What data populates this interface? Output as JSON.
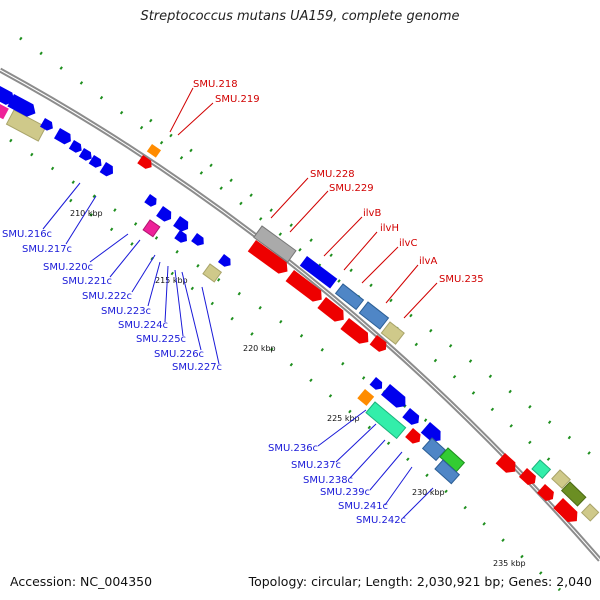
{
  "title": "Streptococcus mutans UA159, complete genome",
  "footer": {
    "accession_label": "Accession:",
    "accession": "NC_004350",
    "topology_label": "Topology:",
    "topology": "circular",
    "length_label": "Length:",
    "length": "2,030,921 bp",
    "genes_label": "Genes:",
    "genes": "2,040"
  },
  "kbp_marks": [
    "210 kbp",
    "215 kbp",
    "220 kbp",
    "225 kbp",
    "230 kbp",
    "235 kbp"
  ],
  "forward_labels": [
    "SMU.218",
    "SMU.219",
    "SMU.228",
    "SMU.229",
    "ilvB",
    "ilvH",
    "ilvC",
    "ilvA",
    "SMU.235"
  ],
  "reverse_labels": [
    "SMU.216c",
    "SMU.217c",
    "SMU.220c",
    "SMU.221c",
    "SMU.222c",
    "SMU.223c",
    "SMU.224c",
    "SMU.225c",
    "SMU.226c",
    "SMU.227c",
    "SMU.236c",
    "SMU.237c",
    "SMU.238c",
    "SMU.239c",
    "SMU.241c",
    "SMU.242c"
  ],
  "colors": {
    "backbone": "#8c8c8c",
    "dots": "#1f8f1f",
    "forward_label": "#d10000",
    "reverse_label": "#1a1ad8",
    "red": "#ee0000",
    "blue": "#0000ee",
    "orange": "#ff8c00",
    "magenta": "#ee2299",
    "khaki": "#cfc98a",
    "gray": "#aaaaaa",
    "steelblue": "#4f86c6",
    "aquamarine": "#33eeaa",
    "green": "#33cc33",
    "olive": "#6b8e23"
  }
}
